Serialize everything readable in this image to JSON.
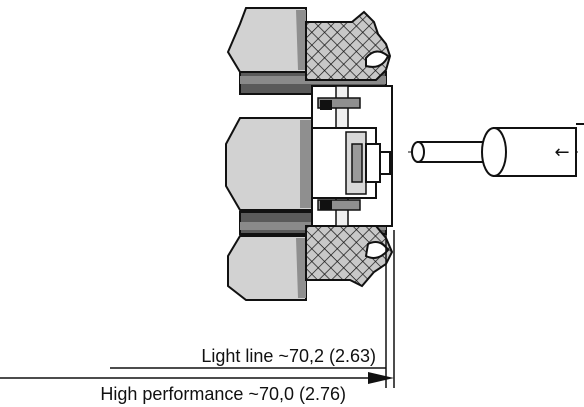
{
  "figure": {
    "dimensions": [
      {
        "variant": "Light line",
        "text": "Light line ~70,2 (2.63)"
      },
      {
        "variant": "High performance",
        "text": "High performance ~70,0 (2.76)"
      }
    ],
    "arrow_glyph": "←",
    "colors": {
      "line": "#111111",
      "body_gray": "#cfcfcf",
      "dark_gray": "#555555",
      "mid_gray": "#9a9a9a",
      "hatch_fill": "#c8c8c8"
    }
  }
}
